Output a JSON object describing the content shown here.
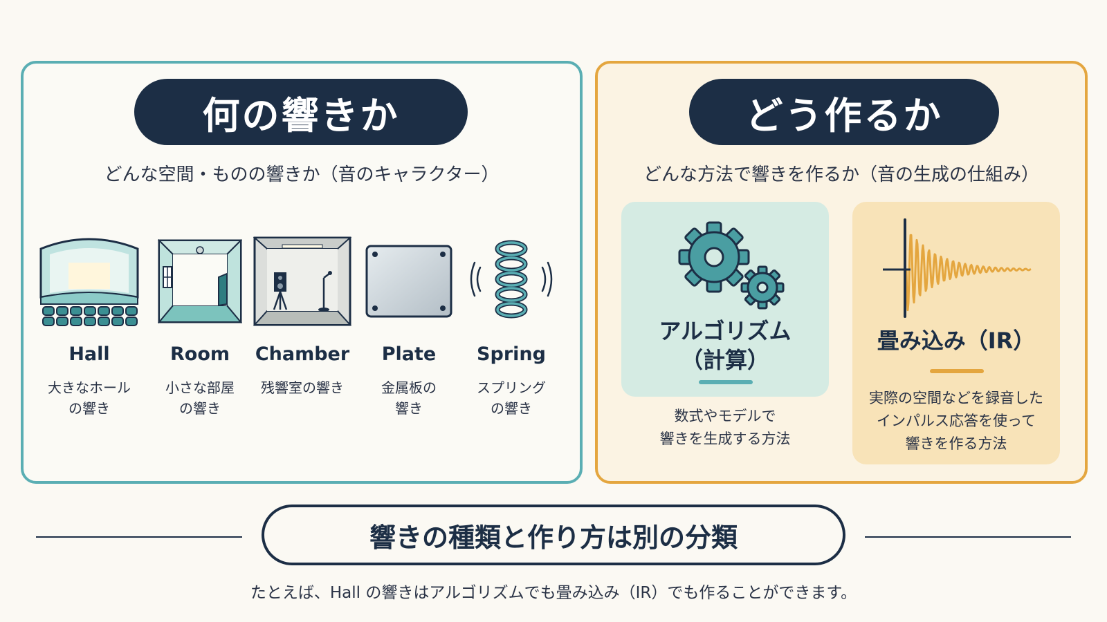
{
  "left_panel": {
    "title": "何の響きか",
    "subtitle": "どんな空間・ものの響きか（音のキャラクター）",
    "items": [
      {
        "name": "Hall",
        "description": "大きなホール\nの響き",
        "icon": "concert-hall-icon"
      },
      {
        "name": "Room",
        "description": "小さな部屋\nの響き",
        "icon": "room-icon"
      },
      {
        "name": "Chamber",
        "description": "残響室の響き",
        "icon": "chamber-icon"
      },
      {
        "name": "Plate",
        "description": "金属板の\n響き",
        "icon": "metal-plate-icon"
      },
      {
        "name": "Spring",
        "description": "スプリング\nの響き",
        "icon": "spring-icon"
      }
    ]
  },
  "right_panel": {
    "title": "どう作るか",
    "subtitle": "どんな方法で響きを作るか（音の生成の仕組み）",
    "methods": [
      {
        "title": "アルゴリズム\n（計算）",
        "description": "数式やモデルで\n響きを生成する方法",
        "icon": "gears-icon"
      },
      {
        "title": "畳み込み（IR）",
        "description": "実際の空間などを録音した\nインパルス応答を使って\n響きを作る方法",
        "icon": "impulse-response-icon"
      }
    ]
  },
  "footer": {
    "headline": "響きの種類と作り方は別の分類",
    "note": "たとえば、Hall の響きはアルゴリズムでも畳み込み（IR）でも作ることができます。"
  },
  "colors": {
    "navy": "#1c2e45",
    "teal": "#5aaeb3",
    "amber": "#e4a63f"
  }
}
